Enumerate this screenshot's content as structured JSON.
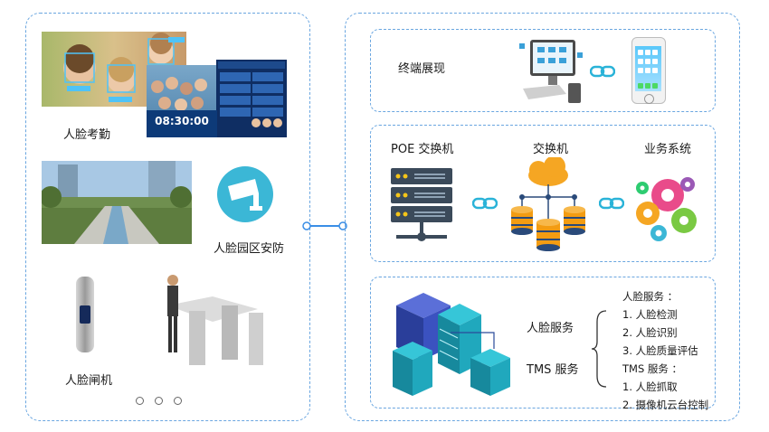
{
  "left": {
    "attendance_label": "人脸考勤",
    "attendance_clock": "08:30:00",
    "security_label": "人脸园区安防",
    "gate_label": "人脸闸机"
  },
  "right": {
    "terminal_label": "终端展现",
    "poe_switch_label": "POE 交换机",
    "switch_label": "交换机",
    "business_label": "业务系统",
    "face_service_label": "人脸服务",
    "tms_service_label": "TMS 服务",
    "service_list": [
      "人脸服务 ：",
      "1. 人脸检测",
      "2. 人脸识别",
      "3. 人脸质量评估",
      "TMS 服务 ：",
      "1. 人脸抓取",
      "2. 摄像机云台控制"
    ]
  },
  "colors": {
    "dashed_border": "#6aa6e0",
    "connector": "#3a8ee6",
    "server_dark": "#3b4a5a",
    "cloud_orange": "#f5a623",
    "db_orange": "#f39c12",
    "chain_cyan": "#2ab3d8"
  }
}
